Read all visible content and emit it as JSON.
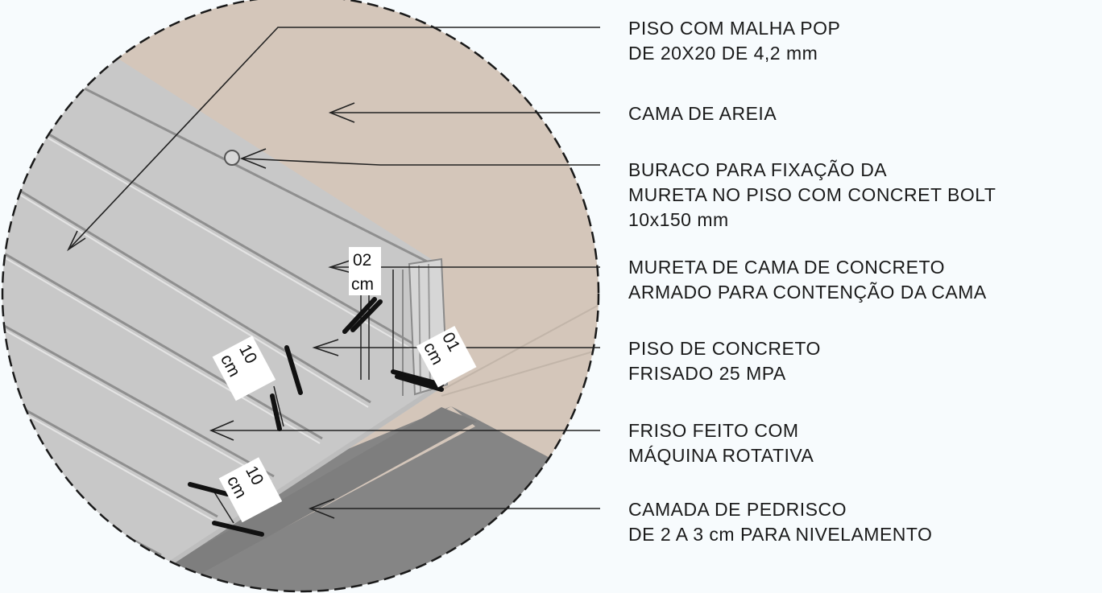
{
  "labels": [
    {
      "id": "piso-malha",
      "lines": [
        "PISO COM MALHA POP",
        "DE 20X20 DE 4,2 mm"
      ]
    },
    {
      "id": "cama-areia",
      "lines": [
        "CAMA DE AREIA"
      ]
    },
    {
      "id": "buraco",
      "lines": [
        "BURACO PARA FIXAÇÃO DA",
        "MURETA NO PISO COM CONCRET BOLT",
        "10x150 mm"
      ]
    },
    {
      "id": "mureta",
      "lines": [
        "MURETA DE CAMA DE CONCRETO",
        "ARMADO PARA CONTENÇÃO DA CAMA"
      ]
    },
    {
      "id": "piso-concreto",
      "lines": [
        "PISO DE CONCRETO",
        "FRISADO 25 MPA"
      ]
    },
    {
      "id": "friso",
      "lines": [
        "FRISO FEITO COM",
        "MÁQUINA ROTATIVA"
      ]
    },
    {
      "id": "pedrisco",
      "lines": [
        "CAMADA DE PEDRISCO",
        "DE 2 A 3 cm PARA NIVELAMENTO"
      ]
    }
  ],
  "dimensions": {
    "d02": {
      "value": "02",
      "unit": "cm"
    },
    "d01": {
      "value": "01",
      "unit": "cm"
    },
    "d10a": {
      "value": "10",
      "unit": "cm"
    },
    "d10b": {
      "value": "10",
      "unit": "cm"
    }
  },
  "colors": {
    "background": "#f7fbfd",
    "sand": "#d4c6ba",
    "concrete": "#c6c6c6",
    "concrete_dark": "#9a9a9a",
    "gravel": "#838383",
    "line": "#222222"
  }
}
